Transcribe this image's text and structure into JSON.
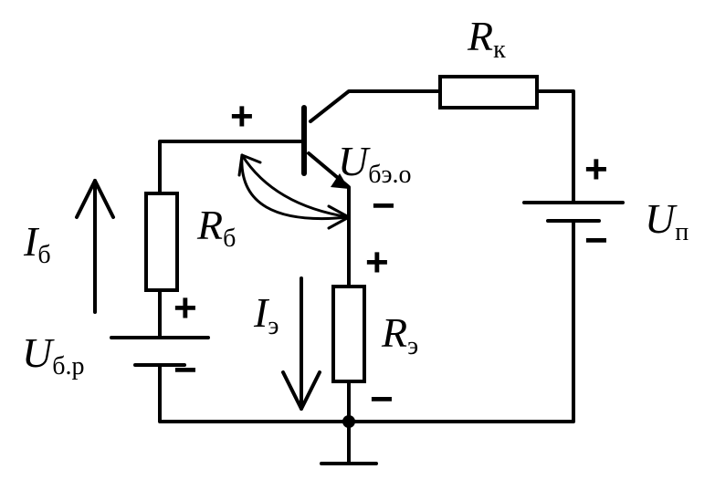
{
  "labels": {
    "rk": {
      "main": "R",
      "sub": "к"
    },
    "ube": {
      "main": "U",
      "sub": "бэ.о"
    },
    "up": {
      "main": "U",
      "sub": "п"
    },
    "ib": {
      "main": "I",
      "sub": "б"
    },
    "rb": {
      "main": "R",
      "sub": "б"
    },
    "ie": {
      "main": "I",
      "sub": "э"
    },
    "re": {
      "main": "R",
      "sub": "э"
    },
    "ubr": {
      "main": "U",
      "sub": "б.р"
    }
  },
  "signs": {
    "base_plus": "+",
    "emitter_minus": "−",
    "emitter_plus": "+",
    "re_minus": "−",
    "up_plus": "+",
    "up_minus": "−",
    "ubr_plus": "+",
    "ubr_minus": "−"
  },
  "colors": {
    "line": "#000000",
    "background": "#ffffff"
  }
}
